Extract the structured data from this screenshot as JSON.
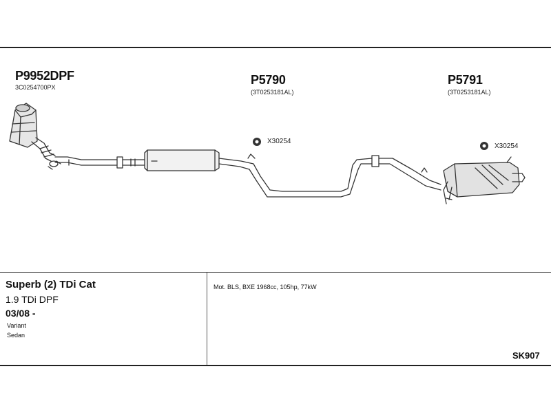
{
  "parts": {
    "dpf": {
      "number": "P9952DPF",
      "oem": "3C0254700PX"
    },
    "middle": {
      "number": "P5790",
      "oem": "(3T0253181AL)"
    },
    "rear": {
      "number": "P5791",
      "oem": "(3T0253181AL)"
    }
  },
  "clamps": {
    "middle": "X30254",
    "rear": "X30254"
  },
  "vehicle": {
    "model": "Superb (2) TDi Cat",
    "engine": "1.9 TDi DPF",
    "years": "03/08 -",
    "body_types": [
      "Variant",
      "Sedan"
    ]
  },
  "motor_spec": "Mot. BLS, BXE 1968cc, 105hp, 77kW",
  "kit_ref": "SK907"
}
